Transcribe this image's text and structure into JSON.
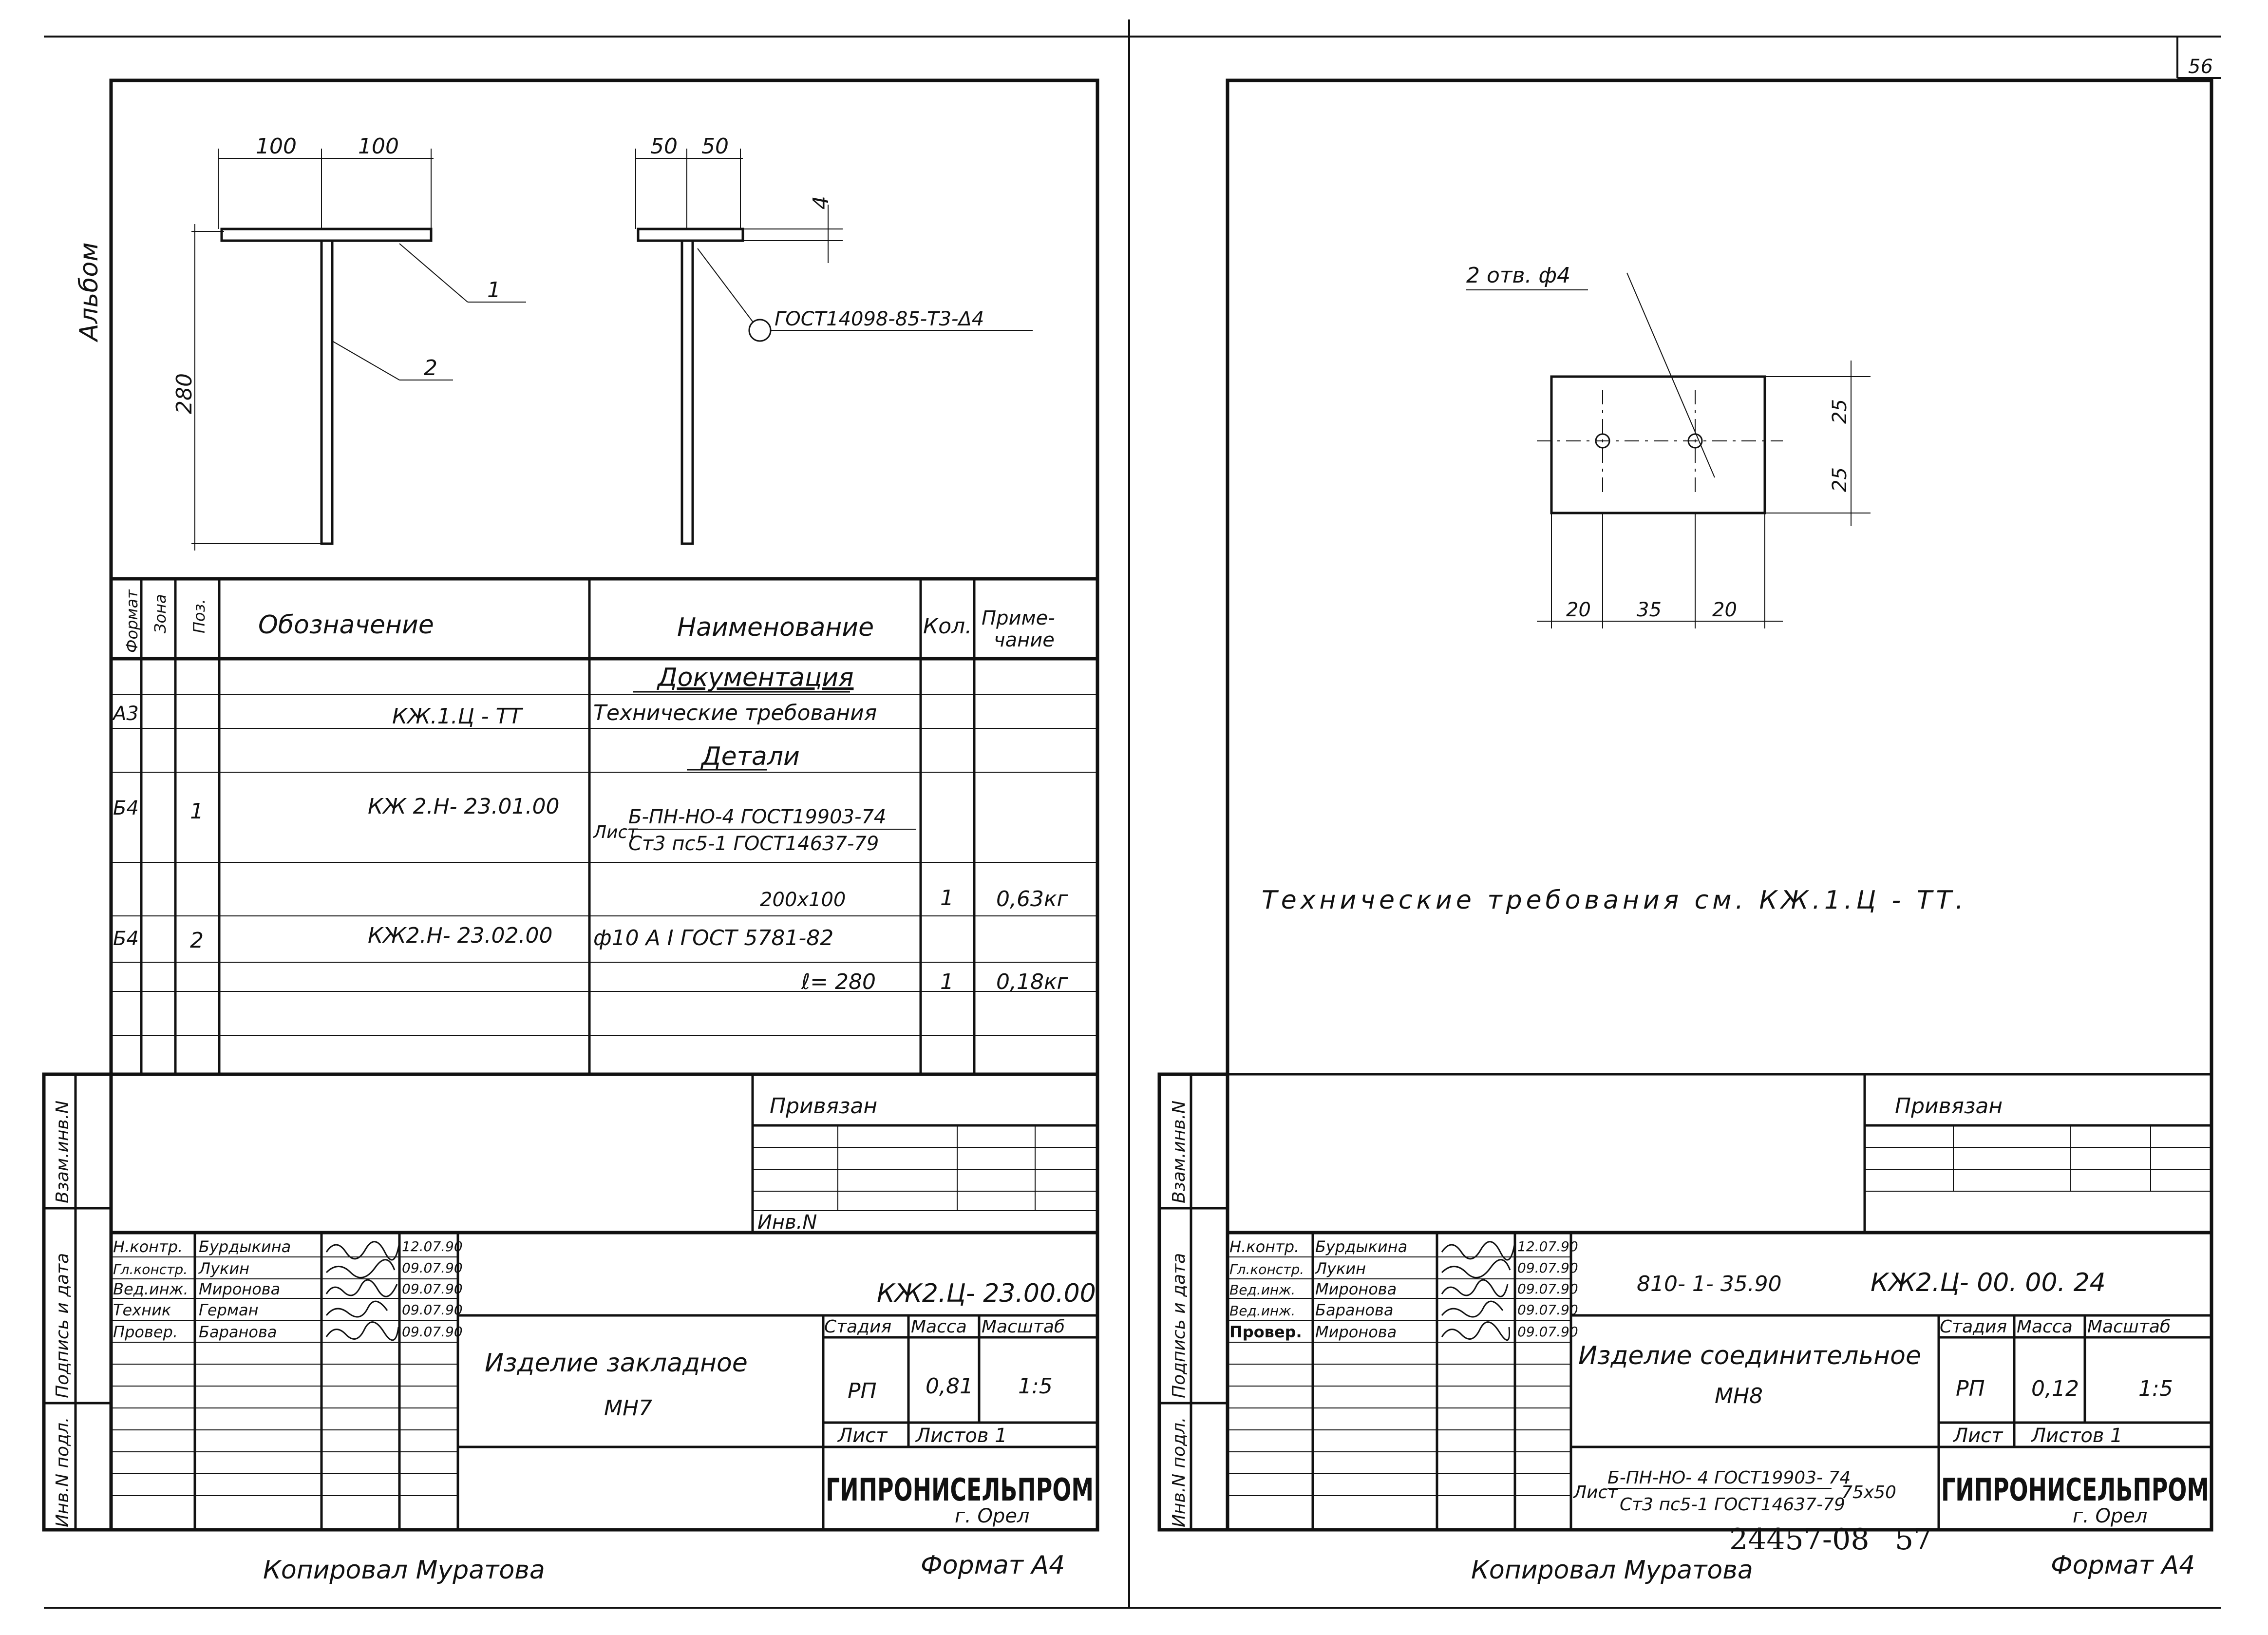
{
  "page_number": "56",
  "album_label": "Альбом",
  "left_sheet": {
    "dims": {
      "a": "100",
      "b": "100",
      "c": "50",
      "d": "50",
      "thick": "4",
      "height": "280"
    },
    "callouts": {
      "p1": "1",
      "p2": "2",
      "weld": "ГОСТ14098-85-Т3-Δ4"
    },
    "spec_header": {
      "format": "Формат",
      "zone": "Зона",
      "pos": "Поз.",
      "designation": "Обозначение",
      "name": "Наименование",
      "qty": "Кол.",
      "note_1": "Приме-",
      "note_2": "чание"
    },
    "spec": {
      "section_docs": "Документация",
      "r1_format": "А3",
      "r1_designation": "КЖ.1.Ц - ТТ",
      "r1_name": "Технические требования",
      "section_parts": "Детали",
      "r2_format": "Б4",
      "r2_pos": "1",
      "r2_designation": "КЖ 2.Н- 23.01.00",
      "r2_prefix": "Лист",
      "r2_name_1": "Б-ПН-НО-4 ГОСТ19903-74",
      "r2_name_2": "Ст3 пс5-1 ГОСТ14637-79",
      "r2_size": "200х100",
      "r2_qty": "1",
      "r2_note": "0,63кг",
      "r3_format": "Б4",
      "r3_pos": "2",
      "r3_designation": "КЖ2.Н- 23.02.00",
      "r3_name": "ф10 А I ГОСТ 5781-82",
      "r3_len": "ℓ= 280",
      "r3_qty": "1",
      "r3_note": "0,18кг"
    },
    "side_labels": {
      "vzam": "Взам.инв.N",
      "podp": "Подпись и дата",
      "inv": "Инв.N подл."
    },
    "privyazan": "Привязан",
    "inv_n": "Инв.N",
    "signers": [
      {
        "role": "Н.контр.",
        "name": "Бурдыкина",
        "date": "12.07.90"
      },
      {
        "role": "Гл.констр.",
        "name": "Лукин",
        "date": "09.07.90"
      },
      {
        "role": "Вед.инж.",
        "name": "Миронова",
        "date": "09.07.90"
      },
      {
        "role": "Техник",
        "name": "Герман",
        "date": "09.07.90"
      },
      {
        "role": "Провер.",
        "name": "Баранова",
        "date": "09.07.90"
      }
    ],
    "doc_code": "КЖ2.Ц- 23.00.00",
    "title_1": "Изделие закладное",
    "title_2": "МН7",
    "stage_label": "Стадия",
    "mass_label": "Масса",
    "scale_label": "Масштаб",
    "stage": "РП",
    "mass": "0,81",
    "scale": "1:5",
    "sheet_label": "Лист",
    "sheets_label": "Листов 1",
    "org": "ГИПРОНИСЕЛЬПРОМ",
    "city": "г. Орел",
    "copied": "Копировал Муратова",
    "format": "Формат А4"
  },
  "right_sheet": {
    "holes": "2 отв. ф4",
    "dims": {
      "v1": "25",
      "v2": "25",
      "h1": "20",
      "h2": "35",
      "h3": "20"
    },
    "tech_req": "Технические требования см. КЖ.1.Ц - ТТ.",
    "side_labels": {
      "vzam": "Взам.инв.N",
      "podp": "Подпись и дата",
      "inv": "Инв.N подл."
    },
    "privyazan": "Привязан",
    "signers": [
      {
        "role": "Н.контр.",
        "name": "Бурдыкина",
        "date": "12.07.90"
      },
      {
        "role": "Гл.констр.",
        "name": "Лукин",
        "date": "09.07.90"
      },
      {
        "role": "Вед.инж.",
        "name": "Миронова",
        "date": "09.07.90"
      },
      {
        "role": "Вед.инж.",
        "name": "Баранова",
        "date": "09.07.90"
      },
      {
        "role": "Провер.",
        "name": "Миронова",
        "date": "09.07.90"
      }
    ],
    "series": "810- 1- 35.90",
    "doc_code": "КЖ2.Ц- 00. 00. 24",
    "title_1": "Изделие соединительное",
    "title_2": "МН8",
    "stage_label": "Стадия",
    "mass_label": "Масса",
    "scale_label": "Масштаб",
    "stage": "РП",
    "mass": "0,12",
    "scale": "1:5",
    "sheet_label": "Лист",
    "sheets_label": "Листов 1",
    "mat_prefix": "Лист",
    "mat_1": "Б-ПН-НО- 4 ГОСТ19903- 74",
    "mat_2": "Ст3 пс5-1 ГОСТ14637-79",
    "mat_size": "75х50",
    "org": "ГИПРОНИСЕЛЬПРОМ",
    "city": "г. Орел",
    "stamp": "24457-08",
    "stamp_page": "57",
    "copied": "Копировал Муратова",
    "format": "Формат А4"
  }
}
